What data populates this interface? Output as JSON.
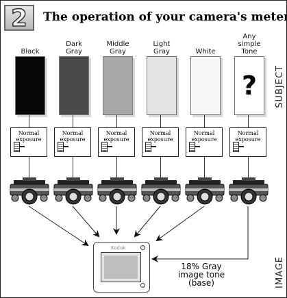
{
  "header": {
    "badge_number": "2",
    "title": "The operation of your camera's meter"
  },
  "columns": [
    {
      "label": "Black",
      "tone_color": "#080808",
      "exposure_label": "Normal\nexposure"
    },
    {
      "label": "Dark\nGray",
      "tone_color": "#4a4a4a",
      "exposure_label": "Normal\nexposure"
    },
    {
      "label": "Middle\nGray",
      "tone_color": "#a8a8a8",
      "exposure_label": "Normal\nexposure"
    },
    {
      "label": "Light\nGray",
      "tone_color": "#e3e3e3",
      "exposure_label": "Normal\nexposure"
    },
    {
      "label": "White",
      "tone_color": "#f6f6f6",
      "exposure_label": "Normal\nexposure"
    },
    {
      "label": "Any\nsimple\nTone",
      "tone_color": "#ffffff",
      "exposure_label": "Normal\nexposure",
      "symbol": "?"
    }
  ],
  "side_labels": {
    "subject": "SUBJECT",
    "image": "IMAGE"
  },
  "result": {
    "device_brand": "Kodak",
    "caption": "18% Gray\nimage tone\n(base)",
    "tone_color": "#bdbdbd"
  },
  "icons": {
    "camera": "slr-camera-icon",
    "meter": "exposure-meter-icon",
    "print": "print-frame-icon",
    "arrow": "arrow-icon"
  }
}
